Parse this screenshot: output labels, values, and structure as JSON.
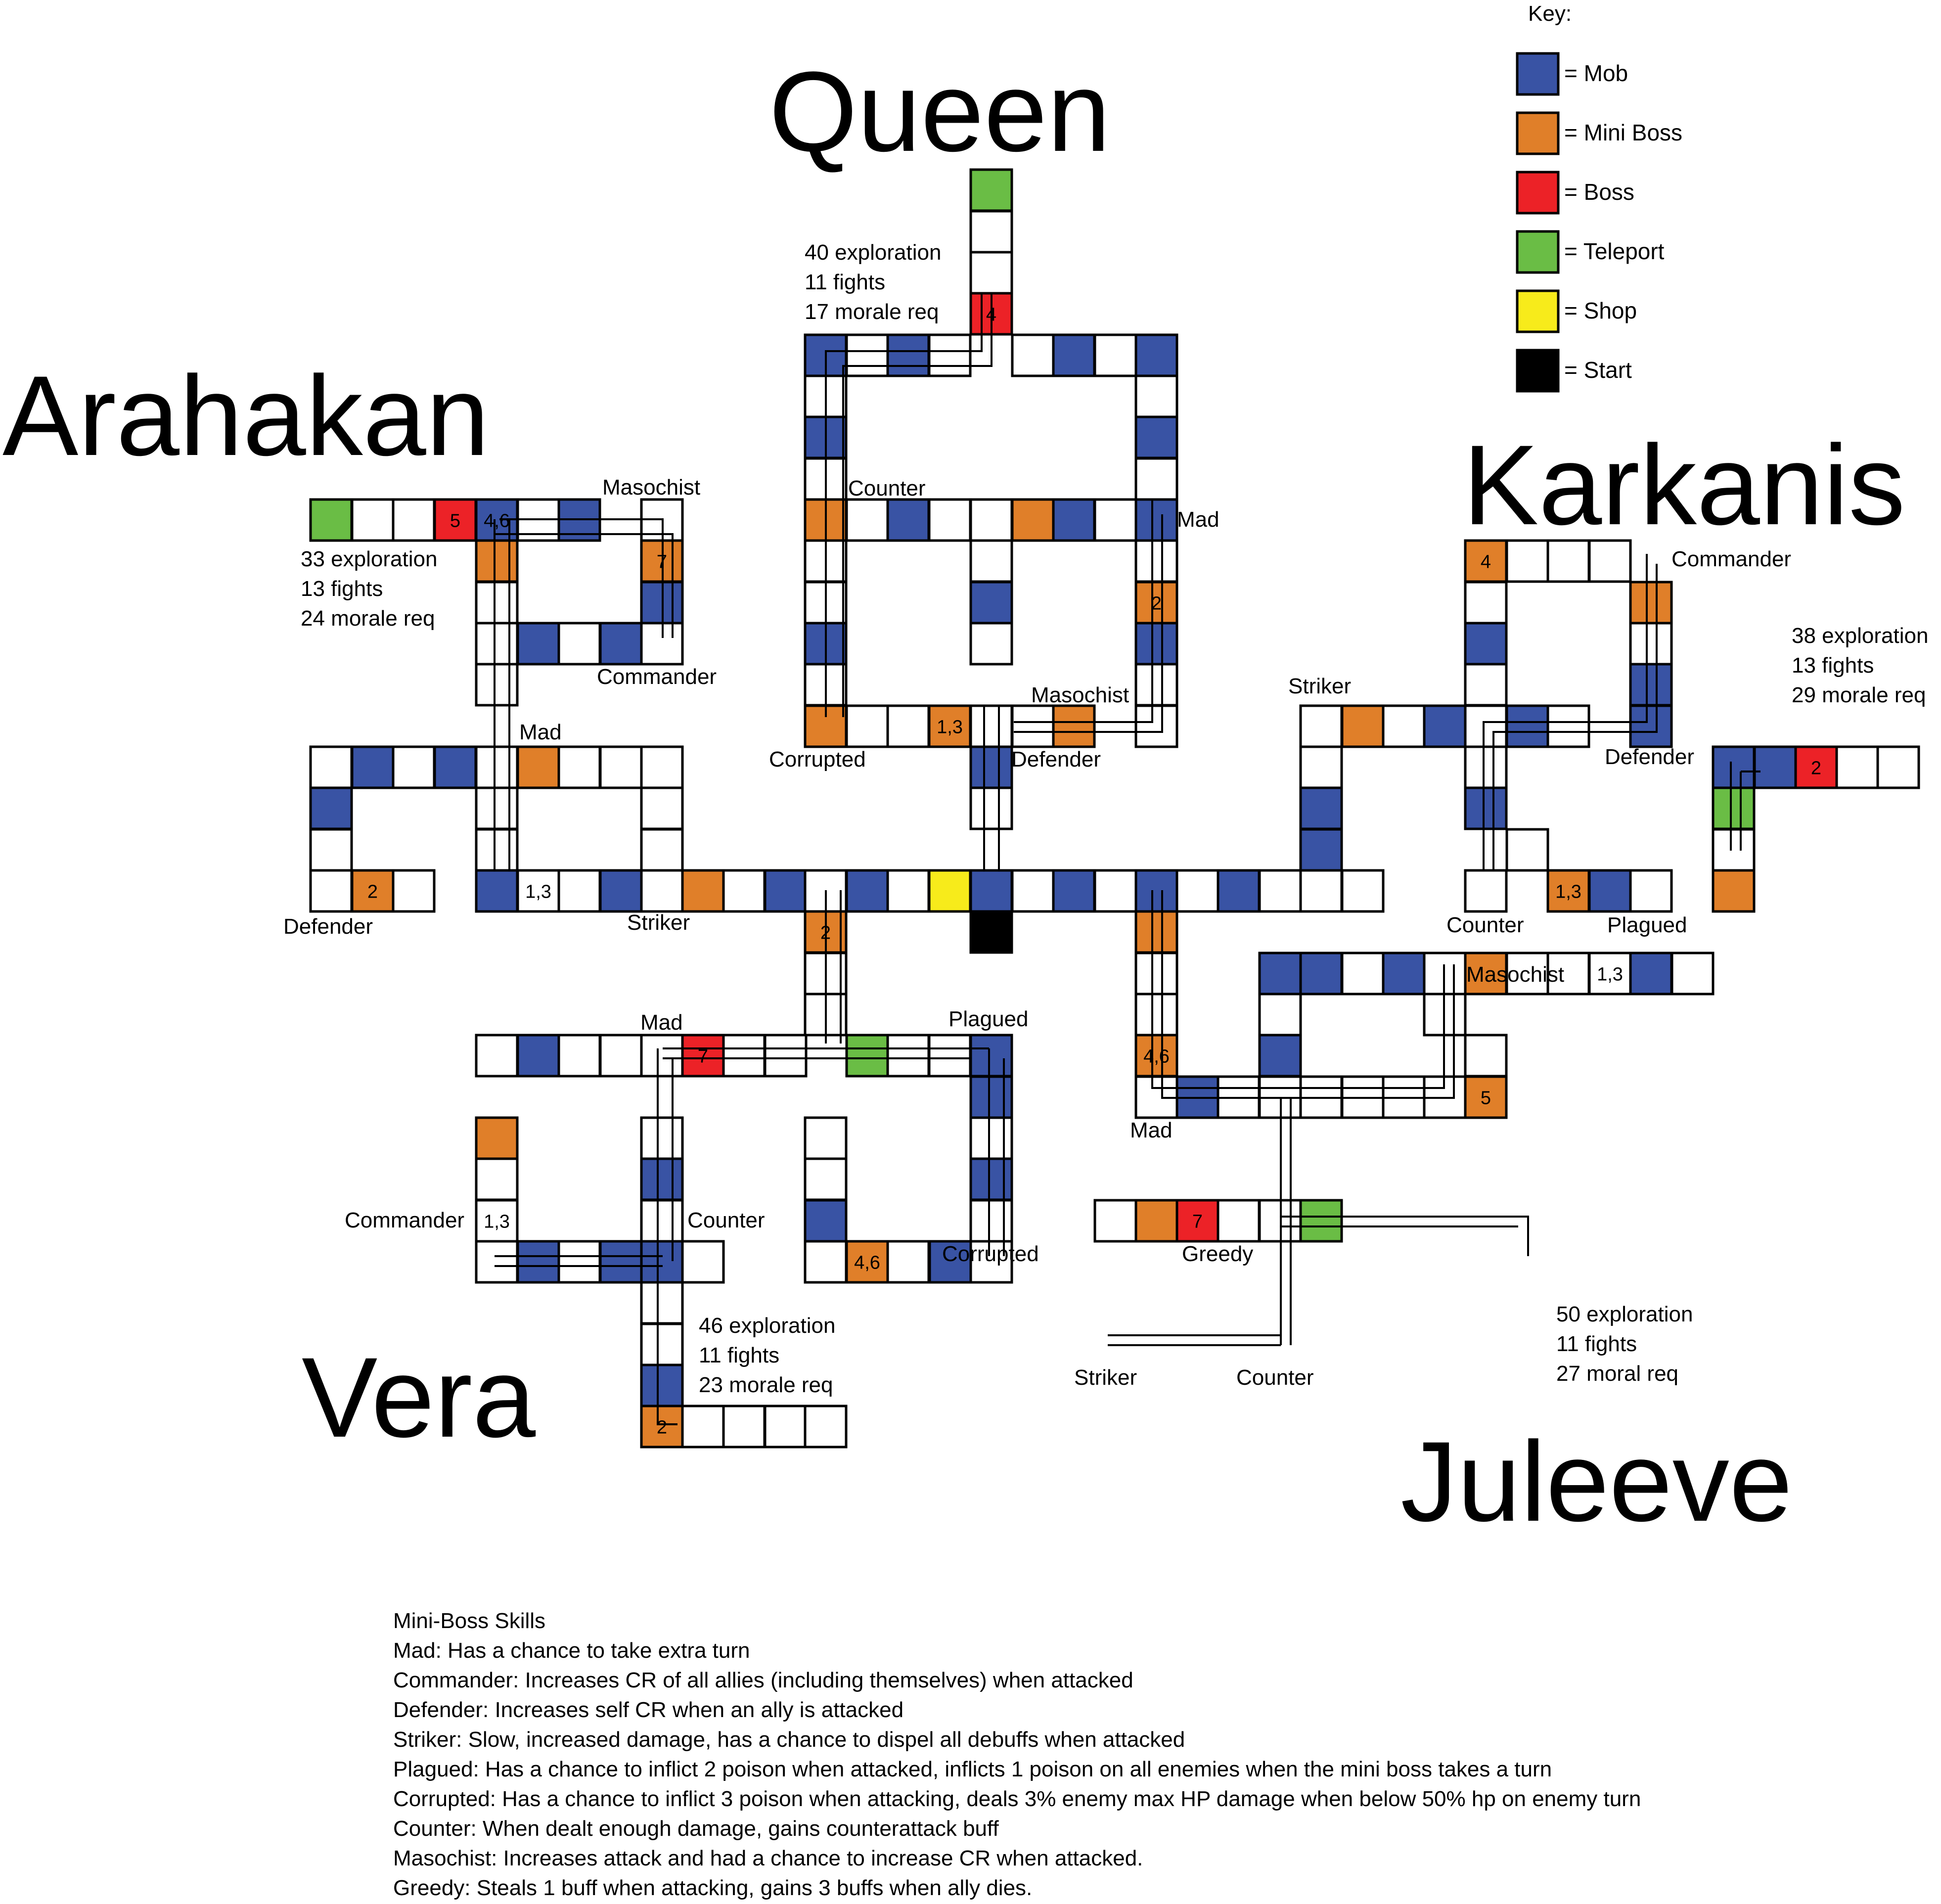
{
  "colors": {
    "mob": "#3953a4",
    "mini_boss": "#e07f29",
    "boss": "#ec2227",
    "teleport": "#6abd45",
    "shop": "#f7eb1b",
    "start": "#000000",
    "empty": "#ffffff"
  },
  "key": {
    "title": "Key:",
    "items": [
      {
        "type": "mob",
        "label": "= Mob"
      },
      {
        "type": "mini_boss",
        "label": "= Mini Boss"
      },
      {
        "type": "boss",
        "label": "= Boss"
      },
      {
        "type": "teleport",
        "label": "= Teleport"
      },
      {
        "type": "shop",
        "label": "= Shop"
      },
      {
        "type": "start",
        "label": "= Start"
      }
    ]
  },
  "regions": [
    {
      "name": "Queen",
      "stats": [
        "40 exploration",
        "11 fights",
        "17 morale req"
      ]
    },
    {
      "name": "Arahakan",
      "stats": [
        "33 exploration",
        "13 fights",
        "24 morale req"
      ]
    },
    {
      "name": "Karkanis",
      "stats": [
        "38 exploration",
        "13 fights",
        "29 morale req"
      ]
    },
    {
      "name": "Vera",
      "stats": [
        "46 exploration",
        "11 fights",
        "23 morale req"
      ]
    },
    {
      "name": "Juleeve",
      "stats": [
        "50 exploration",
        "11 fights",
        "27 moral req"
      ]
    }
  ],
  "cells": [
    {
      "type": "teleport"
    },
    {
      "type": "empty"
    },
    {
      "type": "empty"
    },
    {
      "type": "boss",
      "label": "4"
    },
    {
      "type": "mob"
    },
    {
      "type": "empty"
    },
    {
      "type": "mob"
    },
    {
      "type": "empty"
    },
    {
      "type": "empty"
    },
    {
      "type": "mob"
    },
    {
      "type": "empty"
    },
    {
      "type": "mob"
    },
    {
      "type": "empty"
    },
    {
      "type": "mob"
    },
    {
      "type": "empty"
    },
    {
      "type": "mini_boss"
    },
    {
      "type": "empty"
    },
    {
      "type": "empty"
    },
    {
      "type": "mob"
    },
    {
      "type": "empty"
    },
    {
      "type": "mini_boss"
    },
    {
      "type": "empty"
    },
    {
      "type": "mob"
    },
    {
      "type": "empty"
    },
    {
      "type": "mob"
    },
    {
      "type": "empty"
    },
    {
      "type": "mini_boss",
      "label": "2"
    },
    {
      "type": "mob"
    },
    {
      "type": "empty"
    },
    {
      "type": "empty"
    },
    {
      "type": "empty"
    },
    {
      "type": "mob"
    },
    {
      "type": "empty"
    },
    {
      "type": "mob"
    },
    {
      "type": "empty"
    },
    {
      "type": "empty"
    },
    {
      "type": "mini_boss"
    },
    {
      "type": "empty"
    },
    {
      "type": "empty"
    },
    {
      "type": "mini_boss",
      "label": "1,3"
    },
    {
      "type": "empty"
    },
    {
      "type": "empty"
    },
    {
      "type": "mini_boss"
    },
    {
      "type": "empty"
    },
    {
      "type": "mob"
    },
    {
      "type": "empty"
    },
    {
      "type": "teleport"
    },
    {
      "type": "empty"
    },
    {
      "type": "empty"
    },
    {
      "type": "boss",
      "label": "5"
    },
    {
      "type": "mob",
      "label": "4,6"
    },
    {
      "type": "empty"
    },
    {
      "type": "mob"
    },
    {
      "type": "empty"
    },
    {
      "type": "mini_boss"
    },
    {
      "type": "empty"
    },
    {
      "type": "empty"
    },
    {
      "type": "empty"
    },
    {
      "type": "empty"
    },
    {
      "type": "mob"
    },
    {
      "type": "empty"
    },
    {
      "type": "mob"
    },
    {
      "type": "empty"
    },
    {
      "type": "mini_boss",
      "label": "7"
    },
    {
      "type": "empty"
    },
    {
      "type": "mob"
    },
    {
      "type": "empty"
    },
    {
      "type": "mob"
    },
    {
      "type": "empty"
    },
    {
      "type": "mini_boss"
    },
    {
      "type": "empty"
    },
    {
      "type": "empty"
    },
    {
      "type": "empty"
    },
    {
      "type": "mob"
    },
    {
      "type": "empty"
    },
    {
      "type": "empty"
    },
    {
      "type": "empty"
    },
    {
      "type": "empty"
    },
    {
      "type": "empty"
    },
    {
      "type": "empty"
    },
    {
      "type": "mini_boss",
      "label": "2"
    },
    {
      "type": "empty"
    },
    {
      "type": "mob"
    },
    {
      "type": "empty",
      "label": "1,3"
    },
    {
      "type": "empty"
    },
    {
      "type": "mob"
    },
    {
      "type": "empty"
    },
    {
      "type": "mini_boss"
    },
    {
      "type": "empty"
    },
    {
      "type": "mob"
    },
    {
      "type": "empty"
    },
    {
      "type": "mob"
    },
    {
      "type": "empty"
    },
    {
      "type": "mob"
    },
    {
      "type": "start"
    },
    {
      "type": "shop"
    },
    {
      "type": "empty"
    },
    {
      "type": "mob"
    },
    {
      "type": "empty"
    },
    {
      "type": "mob"
    },
    {
      "type": "empty"
    },
    {
      "type": "mob"
    },
    {
      "type": "empty"
    },
    {
      "type": "empty"
    },
    {
      "type": "empty"
    },
    {
      "type": "empty"
    },
    {
      "type": "mini_boss",
      "label": "1,3"
    },
    {
      "type": "mob"
    },
    {
      "type": "empty"
    },
    {
      "type": "mini_boss"
    },
    {
      "type": "mob"
    },
    {
      "type": "empty"
    },
    {
      "type": "mini_boss",
      "label": "4"
    },
    {
      "type": "empty"
    },
    {
      "type": "empty"
    },
    {
      "type": "empty"
    },
    {
      "type": "empty"
    },
    {
      "type": "mob"
    },
    {
      "type": "empty"
    },
    {
      "type": "empty"
    },
    {
      "type": "empty"
    },
    {
      "type": "mini_boss"
    },
    {
      "type": "empty"
    },
    {
      "type": "mob"
    },
    {
      "type": "empty"
    },
    {
      "type": "mob"
    },
    {
      "type": "empty"
    },
    {
      "type": "mob"
    },
    {
      "type": "mini_boss"
    },
    {
      "type": "empty"
    },
    {
      "type": "mob"
    },
    {
      "type": "empty"
    },
    {
      "type": "mob"
    },
    {
      "type": "empty"
    },
    {
      "type": "mob"
    },
    {
      "type": "empty"
    },
    {
      "type": "mob"
    },
    {
      "type": "mob"
    },
    {
      "type": "boss",
      "label": "2"
    },
    {
      "type": "empty"
    },
    {
      "type": "empty"
    },
    {
      "type": "teleport"
    },
    {
      "type": "empty"
    },
    {
      "type": "mob"
    },
    {
      "type": "mob"
    },
    {
      "type": "mob"
    },
    {
      "type": "empty"
    },
    {
      "type": "mob"
    },
    {
      "type": "empty"
    },
    {
      "type": "mini_boss"
    },
    {
      "type": "empty"
    },
    {
      "type": "empty"
    },
    {
      "type": "empty",
      "label": "1,3"
    },
    {
      "type": "mob"
    },
    {
      "type": "empty"
    },
    {
      "type": "mini_boss"
    },
    {
      "type": "empty"
    },
    {
      "type": "empty"
    },
    {
      "type": "empty"
    },
    {
      "type": "mini_boss",
      "label": "5"
    },
    {
      "type": "empty"
    },
    {
      "type": "mob"
    },
    {
      "type": "empty"
    },
    {
      "type": "mini_boss",
      "label": "4,6"
    },
    {
      "type": "mob"
    },
    {
      "type": "empty"
    },
    {
      "type": "empty"
    },
    {
      "type": "mob"
    },
    {
      "type": "empty"
    },
    {
      "type": "empty"
    },
    {
      "type": "empty"
    },
    {
      "type": "mini_boss",
      "label": "2"
    },
    {
      "type": "empty"
    },
    {
      "type": "empty"
    },
    {
      "type": "empty"
    },
    {
      "type": "empty"
    },
    {
      "type": "mob"
    },
    {
      "type": "empty"
    },
    {
      "type": "mob"
    },
    {
      "type": "boss",
      "label": "7"
    },
    {
      "type": "empty"
    },
    {
      "type": "empty"
    },
    {
      "type": "teleport"
    },
    {
      "type": "empty"
    },
    {
      "type": "empty"
    },
    {
      "type": "mob"
    },
    {
      "type": "empty"
    },
    {
      "type": "mob"
    },
    {
      "type": "empty"
    },
    {
      "type": "mob"
    },
    {
      "type": "empty"
    },
    {
      "type": "mini_boss",
      "label": "2"
    },
    {
      "type": "empty"
    },
    {
      "type": "empty"
    },
    {
      "type": "empty"
    },
    {
      "type": "empty"
    },
    {
      "type": "mini_boss"
    },
    {
      "type": "empty"
    },
    {
      "type": "empty",
      "label": "1,3"
    },
    {
      "type": "empty"
    },
    {
      "type": "mob"
    },
    {
      "type": "empty"
    },
    {
      "type": "mob"
    },
    {
      "type": "empty"
    },
    {
      "type": "empty"
    },
    {
      "type": "mob"
    },
    {
      "type": "empty"
    },
    {
      "type": "mob"
    },
    {
      "type": "empty"
    },
    {
      "type": "mini_boss",
      "label": "4,6"
    },
    {
      "type": "empty"
    },
    {
      "type": "mob"
    },
    {
      "type": "empty"
    },
    {
      "type": "mob"
    },
    {
      "type": "empty"
    },
    {
      "type": "mob"
    },
    {
      "type": "empty"
    },
    {
      "type": "empty"
    },
    {
      "type": "empty"
    },
    {
      "type": "empty"
    },
    {
      "type": "mini_boss",
      "label": "5"
    },
    {
      "type": "empty"
    },
    {
      "type": "empty"
    },
    {
      "type": "empty"
    },
    {
      "type": "mini_boss"
    },
    {
      "type": "boss",
      "label": "7"
    },
    {
      "type": "empty"
    },
    {
      "type": "empty"
    },
    {
      "type": "teleport"
    }
  ],
  "labels": [
    "Counter",
    "Mad",
    "Corrupted",
    "Masochist",
    "Defender",
    "Masochist",
    "Commander",
    "Mad",
    "Defender",
    "Striker",
    "Commander",
    "Striker",
    "Defender",
    "Counter",
    "Plagued",
    "Masochist",
    "Mad",
    "Mad",
    "Plagued",
    "Commander",
    "Counter",
    "Corrupted",
    "Greedy",
    "Striker",
    "Counter"
  ],
  "skills": {
    "title": "Mini-Boss Skills",
    "items": [
      "Mad: Has a chance to take extra turn",
      "Commander: Increases CR of all allies (including themselves) when attacked",
      "Defender: Increases self CR when an ally is attacked",
      "Striker: Slow, increased damage, has a chance to dispel all debuffs when attacked",
      "Plagued: Has a chance to inflict 2 poison when attacked, inflicts 1 poison on all enemies when the mini boss takes a turn",
      "Corrupted: Has a chance to inflict 3 poison when attacking, deals 3% enemy max HP damage when below 50% hp on enemy turn",
      "Counter: When dealt enough damage, gains counterattack buff",
      "Masochist: Increases attack and had a chance to increase CR when attacked.",
      "Greedy: Steals 1 buff when attacking, gains 3 buffs when ally dies."
    ]
  }
}
